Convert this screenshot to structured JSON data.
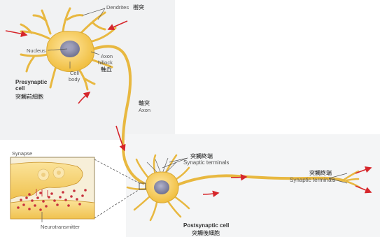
{
  "labels": {
    "dendrites": "Dendrites",
    "dendrites_zh": "樹突",
    "nucleus": "Nucleus",
    "axon_hillock_1": "Axon",
    "axon_hillock_2": "hillock",
    "axon_hillock_zh": "軸丘",
    "cell_body_1": "Cell",
    "cell_body_2": "body",
    "presynaptic_1": "Presynaptic",
    "presynaptic_2": "cell",
    "presynaptic_zh": "突觸前細胞",
    "axon_zh": "軸突",
    "axon": "Axon",
    "synapse": "Synapse",
    "terminals_zh_1": "突觸終端",
    "terminals_1": "Synaptic terminals",
    "terminals_zh_2": "突觸終端",
    "terminals_2": "Synaptic terminals",
    "neurotransmitter": "Neurotransmitter",
    "postsynaptic": "Postsynaptic cell",
    "postsynaptic_zh": "突觸後細胞"
  },
  "colors": {
    "neuron_fill": "#f2c94c",
    "neuron_stroke": "#c9932a",
    "arrow_red": "#d6262b",
    "nucleus": "#7d7f9a",
    "vesicle": "#c8313c"
  }
}
